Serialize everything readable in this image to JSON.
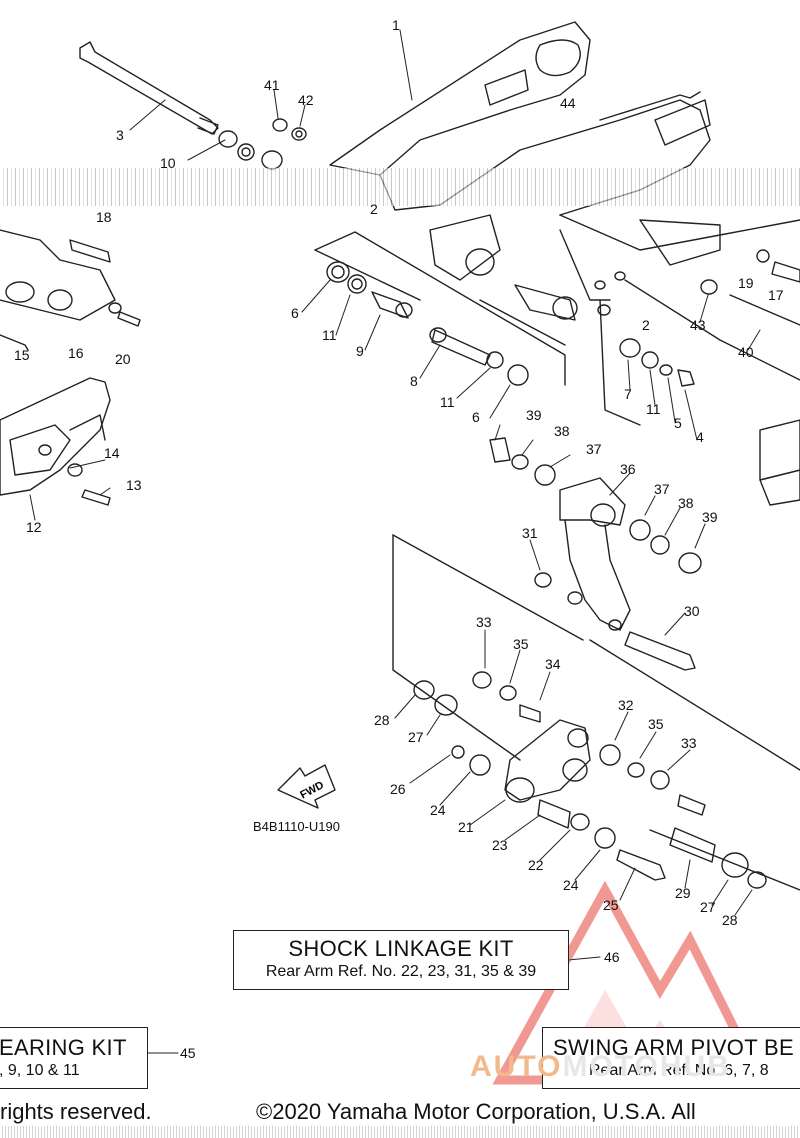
{
  "diagram": {
    "code": "B4B1110-U190",
    "fwd_label": "FWD",
    "callouts": [
      {
        "id": "c1",
        "text": "1"
      },
      {
        "id": "c3",
        "text": "3"
      },
      {
        "id": "c41",
        "text": "41"
      },
      {
        "id": "c42",
        "text": "42"
      },
      {
        "id": "c44",
        "text": "44"
      },
      {
        "id": "c10",
        "text": "10"
      },
      {
        "id": "c18",
        "text": "18"
      },
      {
        "id": "c16",
        "text": "16"
      },
      {
        "id": "c20",
        "text": "20"
      },
      {
        "id": "c15",
        "text": "15"
      },
      {
        "id": "c6a",
        "text": "6"
      },
      {
        "id": "c11a",
        "text": "11"
      },
      {
        "id": "c9",
        "text": "9"
      },
      {
        "id": "c8",
        "text": "8"
      },
      {
        "id": "c11b",
        "text": "11"
      },
      {
        "id": "c6b",
        "text": "6"
      },
      {
        "id": "c2a",
        "text": "2"
      },
      {
        "id": "c2b",
        "text": "2"
      },
      {
        "id": "c43",
        "text": "43"
      },
      {
        "id": "c19",
        "text": "19"
      },
      {
        "id": "c17",
        "text": "17"
      },
      {
        "id": "c40",
        "text": "40"
      },
      {
        "id": "c7",
        "text": "7"
      },
      {
        "id": "c11c",
        "text": "11"
      },
      {
        "id": "c5",
        "text": "5"
      },
      {
        "id": "c4",
        "text": "4"
      },
      {
        "id": "c39a",
        "text": "39"
      },
      {
        "id": "c38a",
        "text": "38"
      },
      {
        "id": "c37a",
        "text": "37"
      },
      {
        "id": "c36",
        "text": "36"
      },
      {
        "id": "c37b",
        "text": "37"
      },
      {
        "id": "c38b",
        "text": "38"
      },
      {
        "id": "c39b",
        "text": "39"
      },
      {
        "id": "c14",
        "text": "14"
      },
      {
        "id": "c13",
        "text": "13"
      },
      {
        "id": "c12",
        "text": "12"
      },
      {
        "id": "c31",
        "text": "31"
      },
      {
        "id": "c30",
        "text": "30"
      },
      {
        "id": "c33a",
        "text": "33"
      },
      {
        "id": "c35a",
        "text": "35"
      },
      {
        "id": "c34",
        "text": "34"
      },
      {
        "id": "c28a",
        "text": "28"
      },
      {
        "id": "c27a",
        "text": "27"
      },
      {
        "id": "c32",
        "text": "32"
      },
      {
        "id": "c35b",
        "text": "35"
      },
      {
        "id": "c33b",
        "text": "33"
      },
      {
        "id": "c26",
        "text": "26"
      },
      {
        "id": "c24a",
        "text": "24"
      },
      {
        "id": "c21",
        "text": "21"
      },
      {
        "id": "c23",
        "text": "23"
      },
      {
        "id": "c22",
        "text": "22"
      },
      {
        "id": "c24b",
        "text": "24"
      },
      {
        "id": "c25",
        "text": "25"
      },
      {
        "id": "c29",
        "text": "29"
      },
      {
        "id": "c27b",
        "text": "27"
      },
      {
        "id": "c28b",
        "text": "28"
      },
      {
        "id": "c46",
        "text": "46"
      },
      {
        "id": "c45",
        "text": "45"
      }
    ]
  },
  "kits": {
    "shock_title": "SHOCK LINKAGE KIT",
    "shock_sub": "Rear Arm Ref. No. 22, 23, 31, 35 & 39",
    "bearing_title": "EARING KIT",
    "bearing_sub": ", 9, 10 & 11",
    "pivot_title": "SWING ARM PIVOT BE",
    "pivot_sub": "Rear Arm Ref. No. 6, 7, 8"
  },
  "footer": {
    "left": "rights reserved.",
    "right": "©2020 Yamaha Motor Corporation, U.S.A. All"
  },
  "watermark": {
    "part_a": "AUTO",
    "part_b": "MOTOHUB"
  },
  "colors": {
    "line": "#222222",
    "watermark_red": "#e8453c",
    "watermark_orange": "#f2b98d"
  }
}
